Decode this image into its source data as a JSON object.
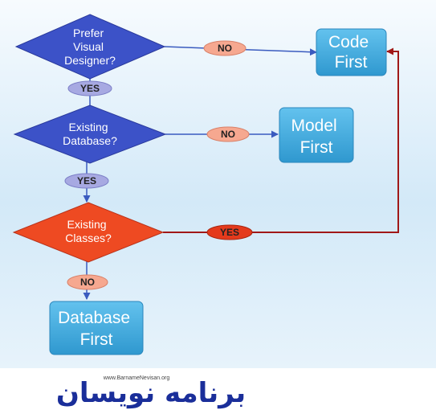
{
  "diagram": {
    "decisions": [
      {
        "id": "visual",
        "lines": [
          "Prefer",
          "Visual",
          "Designer?"
        ],
        "color": "#3c52c8"
      },
      {
        "id": "database",
        "lines": [
          "Existing",
          "Database?"
        ],
        "color": "#3c52c8"
      },
      {
        "id": "classes",
        "lines": [
          "Existing",
          "Classes?"
        ],
        "color": "#ee4a22"
      }
    ],
    "outcomes": [
      {
        "id": "code",
        "lines": [
          "Code",
          "First"
        ]
      },
      {
        "id": "model",
        "lines": [
          "Model",
          "First"
        ]
      },
      {
        "id": "database",
        "lines": [
          "Database",
          "First"
        ]
      }
    ],
    "labels": {
      "no_1": "NO",
      "yes_1": "YES",
      "no_2": "NO",
      "yes_2": "YES",
      "yes_3": "YES",
      "no_3": "NO"
    },
    "colors": {
      "yes_pill": "#a7a9e2",
      "no_pill": "#f6a890",
      "yes_red_pill": "#e43a1c",
      "box": "#3aa8dc",
      "connector": "#3a5bbf",
      "red_connector": "#a01818"
    }
  },
  "footer": {
    "logo_text": "برنامه نویسان",
    "url": "www.BarnameNevisan.org"
  }
}
